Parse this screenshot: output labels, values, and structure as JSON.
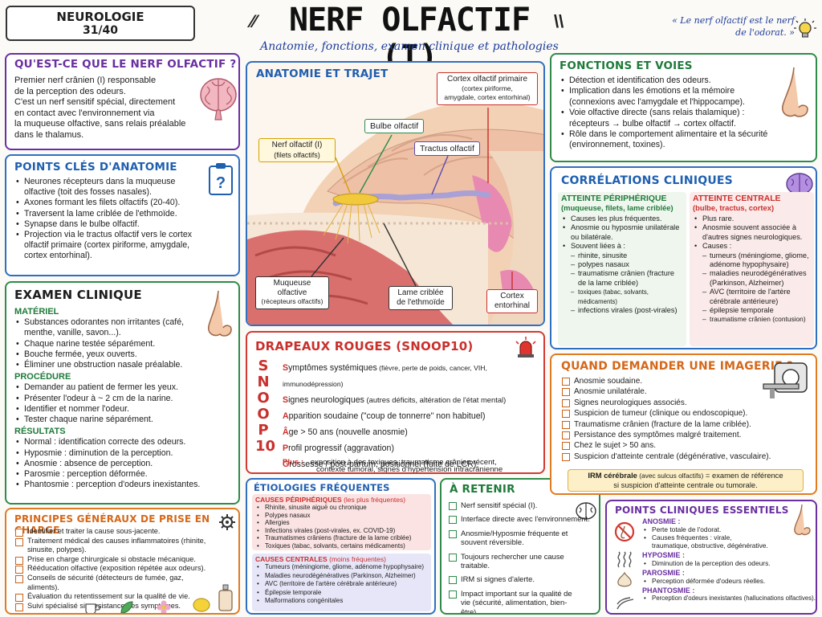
{
  "header": {
    "badge_line1": "NEUROLOGIE",
    "badge_line2": "31/40",
    "title": "NERF OLFACTIF (I)",
    "subtitle": "Anatomie, fonctions, examen clinique et pathologies",
    "quote_line1": "« Le nerf olfactif est le nerf",
    "quote_line2": "de l'odorat. »"
  },
  "quoi": {
    "title": "QU'EST-CE QUE LE NERF OLFACTIF ?",
    "lines": [
      "Premier nerf crânien (I) responsable",
      "de la perception des odeurs.",
      "C'est un nerf sensitif spécial, directement",
      "en contact avec l'environnement via",
      "la muqueuse olfactive, sans relais préalable",
      "dans le thalamus."
    ]
  },
  "points_cles": {
    "title": "POINTS CLÉS D'ANATOMIE",
    "items": [
      "Neurones récepteurs dans la muqueuse olfactive (toit des fosses nasales).",
      "Axones formant les filets olfactifs (20-40).",
      "Traversent la lame criblée de l'ethmoïde.",
      "Synapse dans le bulbe olfactif.",
      "Projection via le tractus olfactif vers le cortex olfactif primaire (cortex piriforme, amygdale, cortex entorhinal)."
    ]
  },
  "examen": {
    "title": "EXAMEN CLINIQUE",
    "materiel_h": "MATÉRIEL",
    "materiel": [
      "Substances odorantes non irritantes (café, menthe, vanille, savon...).",
      "Chaque narine testée séparément.",
      "Bouche fermée, yeux ouverts.",
      "Éliminer une obstruction nasale préalable."
    ],
    "procedure_h": "PROCÉDURE",
    "procedure": [
      "Demander au patient de fermer les yeux.",
      "Présenter l'odeur à ~ 2 cm de la narine.",
      "Identifier et nommer l'odeur.",
      "Tester chaque narine séparément."
    ],
    "resultats_h": "RÉSULTATS",
    "resultats": [
      "Normal : identification correcte des odeurs.",
      "Hyposmie : diminution de la perception.",
      "Anosmie : absence de perception.",
      "Parosmie : perception déformée.",
      "Phantosmie : perception d'odeurs inexistantes."
    ]
  },
  "principes": {
    "title": "PRINCIPES GÉNÉRAUX DE PRISE EN CHARGE",
    "items": [
      "Identifier et traiter la cause sous-jacente.",
      "Traitement médical des causes inflammatoires (rhinite, sinusite, polypes).",
      "Prise en charge chirurgicale si obstacle mécanique.",
      "Rééducation olfactive (exposition répétée aux odeurs).",
      "Conseils de sécurité (détecteurs de fumée, gaz, aliments).",
      "Évaluation du retentissement sur la qualité de vie.",
      "Suivi spécialisé si persistance des symptômes."
    ]
  },
  "anatomie": {
    "title": "ANATOMIE ET TRAJET",
    "label_nerf": "Nerf olfactif (I)",
    "label_nerf2": "(filets olfactifs)",
    "label_bulbe": "Bulbe olfactif",
    "label_cortex1": "Cortex olfactif primaire",
    "label_cortex1b": "(cortex piriforme,",
    "label_cortex1c": "amygdale, cortex entorhinal)",
    "label_tractus": "Tractus olfactif",
    "label_muq": "Muqueuse",
    "label_muq2": "olfactive",
    "label_muq3": "(récepteurs olfactifs)",
    "label_lame": "Lame criblée",
    "label_lame2": "de l'ethmoïde",
    "label_cortex2": "Cortex",
    "label_cortex2b": "entorhinal"
  },
  "drapeaux": {
    "title": "DRAPEAUX ROUGES (SNOOP10)",
    "rows": [
      {
        "l": "S",
        "b": "S",
        "t": "ymptômes systémiques",
        "s": " (fièvre, perte de poids, cancer, VIH, immunodépression)"
      },
      {
        "l": "N",
        "b": "S",
        "t": "ignes neurologiques",
        "s": " (autres déficits, altération de l'état mental)"
      },
      {
        "l": "O",
        "b": "A",
        "t": "pparition soudaine",
        "s": " (\"coup de tonnerre\" non habituel)"
      },
      {
        "l": "O",
        "b": "Â",
        "t": "ge > 50 ans",
        "s": " (nouvelle anosmie)"
      },
      {
        "l": "P",
        "b": "P",
        "t": "rofil progressif",
        "s": " (aggravation)"
      },
      {
        "l": "10",
        "b": "G",
        "t": "rossesse / post-partum, positionnel",
        "s": " (fuite de LCR)"
      }
    ],
    "plus_label": "Plus :",
    "plus_line1": "exposition à des toxiques, traumatisme crânien récent,",
    "plus_line2": "contexte tumoral, signes d'hypertension intracrânienne"
  },
  "etiologies": {
    "title": "ÉTIOLOGIES FRÉQUENTES",
    "periph_h": "CAUSES PÉRIPHÉRIQUES",
    "periph_note": "(les plus fréquentes)",
    "periph": [
      "Rhinite, sinusite aiguë ou chronique",
      "Polypes nasaux",
      "Allergies",
      "Infections virales (post-virales, ex. COVID-19)",
      "Traumatismes crâniens (fracture de la lame criblée)",
      "Toxiques (tabac, solvants, certains médicaments)"
    ],
    "centr_h": "CAUSES CENTRALES",
    "centr_note": "(moins fréquentes)",
    "centr": [
      "Tumeurs (méningiome, gliome, adénome hypophysaire)",
      "Maladies neurodégénératives (Parkinson, Alzheimer)",
      "AVC (territoire de l'artère cérébrale antérieure)",
      "Épilepsie temporale",
      "Malformations congénitales"
    ]
  },
  "retenir": {
    "title": "À RETENIR",
    "items": [
      "Nerf sensitif spécial (I).",
      "Interface directe avec l'environnement.",
      "Anosmie/Hyposmie fréquente et souvent réversible.",
      "Toujours rechercher une cause traitable.",
      "IRM si signes d'alerte.",
      "Impact important sur la qualité de vie (sécurité, alimentation, bien-être)."
    ]
  },
  "fonctions": {
    "title": "FONCTIONS ET VOIES",
    "items": [
      "Détection et identification des odeurs.",
      "Implication dans les émotions et la mémoire (connexions avec l'amygdale et l'hippocampe).",
      "Voie olfactive directe (sans relais thalamique) : récepteurs → bulbe olfactif → cortex olfactif.",
      "Rôle dans le comportement alimentaire et la sécurité (environnement, toxines)."
    ]
  },
  "correlations": {
    "title": "CORRÉLATIONS CLINIQUES",
    "periph_h": "ATTEINTE PÉRIPHÉRIQUE",
    "periph_sub": "(muqueuse, filets, lame criblée)",
    "periph": [
      "Causes les plus fréquentes.",
      "Anosmie ou hyposmie unilatérale ou bilatérale.",
      "Souvent liées à :"
    ],
    "periph_sub_items": [
      "rhinite, sinusite",
      "polypes nasaux",
      "traumatisme crânien (fracture de la lame criblée)",
      "toxiques (tabac, solvants, médicaments)",
      "infections virales (post-virales)"
    ],
    "centr_h": "ATTEINTE CENTRALE",
    "centr_sub": "(bulbe, tractus, cortex)",
    "centr": [
      "Plus rare.",
      "Anosmie souvent associée à d'autres signes neurologiques.",
      "Causes :"
    ],
    "centr_sub_items": [
      "tumeurs (méningiome, gliome, adénome hypophysaire)",
      "maladies neurodégénératives (Parkinson, Alzheimer)",
      "AVC (territoire de l'artère cérébrale antérieure)",
      "épilepsie temporale",
      "traumatisme crânien (contusion)"
    ]
  },
  "imagerie": {
    "title": "QUAND DEMANDER UNE IMAGERIE ?",
    "items": [
      "Anosmie soudaine.",
      "Anosmie unilatérale.",
      "Signes neurologiques associés.",
      "Suspicion de tumeur (clinique ou endoscopique).",
      "Traumatisme crânien (fracture de la lame criblée).",
      "Persistance des symptômes malgré traitement.",
      "Chez le sujet > 50 ans.",
      "Suspicion d'atteinte centrale (dégénérative, vasculaire)."
    ],
    "irm_bold": "IRM cérébrale",
    "irm_small": " (avec sulcus olfactifs)",
    "irm_rest": " = examen de référence",
    "irm_line2": "si suspicion d'atteinte centrale ou tumorale."
  },
  "essentiels": {
    "title": "POINTS CLINIQUES ESSENTIELS",
    "anosmie_h": "ANOSMIE :",
    "anosmie": [
      "Perte totale de l'odorat.",
      "Causes fréquentes : virale, traumatique, obstructive, dégénérative."
    ],
    "hyposmie_h": "HYPOSMIE :",
    "hyposmie": [
      "Diminution de la perception des odeurs."
    ],
    "parosmie_h": "PAROSMIE :",
    "parosmie": [
      "Perception déformée d'odeurs réelles."
    ],
    "phantosmie_h": "PHANTOSMIE :",
    "phantosmie": [
      "Perception d'odeurs inexistantes (hallucinations olfactives)."
    ]
  },
  "colors": {
    "purple": "#6a2fa0",
    "blue": "#2f6fc0",
    "green": "#2e8b4a",
    "orange": "#e07b22",
    "red": "#d23a32"
  }
}
